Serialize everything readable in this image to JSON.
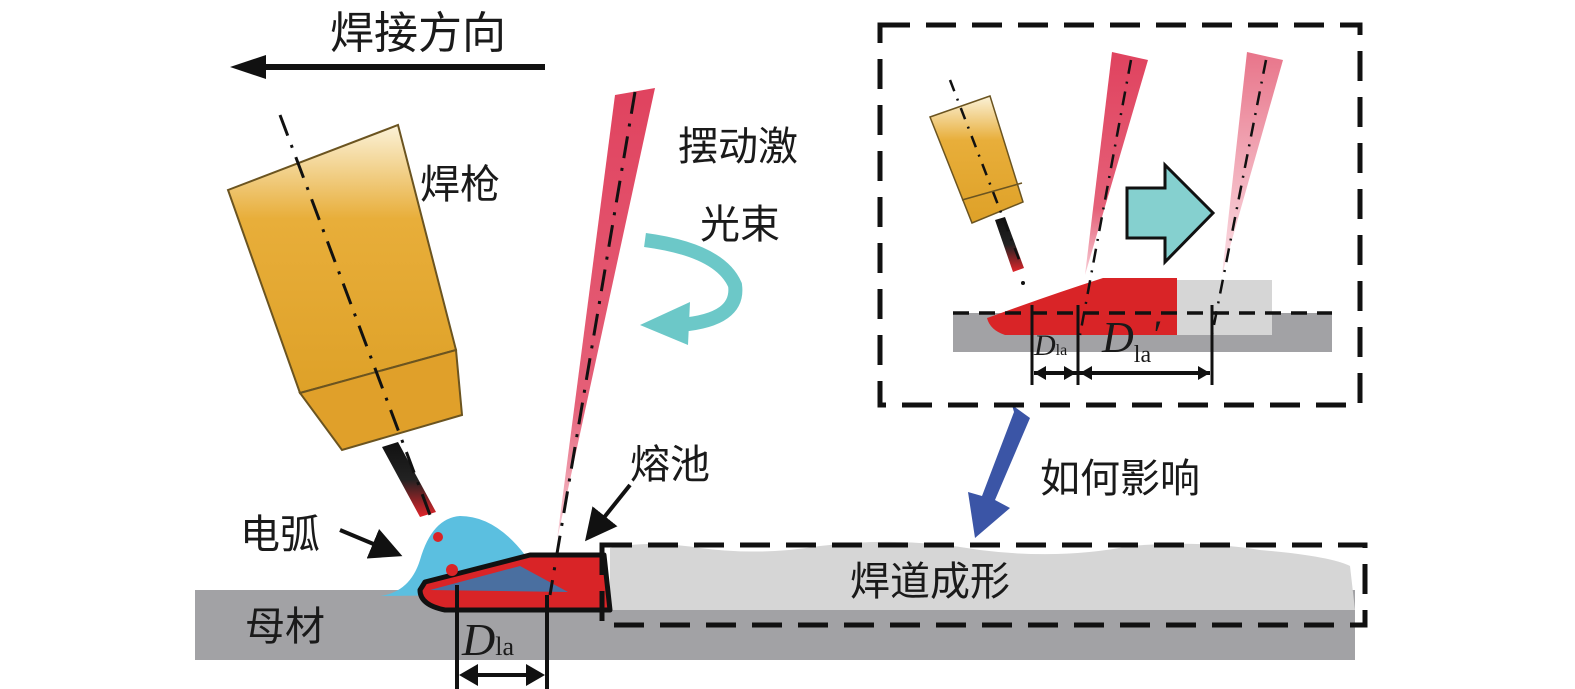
{
  "labels": {
    "welding_direction": "焊接方向",
    "torch": "焊枪",
    "laser_line1": "摆动激",
    "laser_line2": "光束",
    "arc": "电弧",
    "molten_pool": "熔池",
    "base_metal": "母材",
    "bead_formation": "焊道成形",
    "how_affect": "如何影响",
    "d_main": "D",
    "d_sub": "la",
    "d_prime": "′"
  },
  "colors": {
    "torch": "#e2a52a",
    "laser": "#e0435f",
    "pool": "#d92427",
    "arc": "#5bbfe0",
    "base": "#a2a2a5",
    "bead": "#d6d6d6",
    "swing_arrow": "#6cc8c8",
    "influence_arrow": "#3b55a6"
  }
}
